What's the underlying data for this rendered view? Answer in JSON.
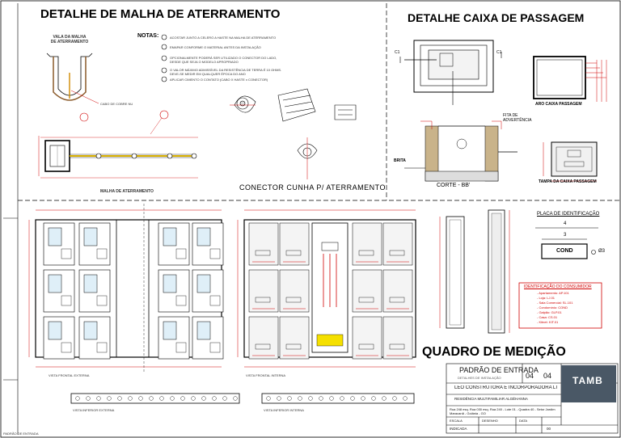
{
  "titles": {
    "malha": "DETALHE DE MALHA DE ATERRAMENTO",
    "caixa": "DETALHE CAIXA DE PASSAGEM",
    "quadro": "QUADRO DE MEDIÇÃO",
    "conector": "CONECTOR CUNHA P/ ATERRAMENTO"
  },
  "malha": {
    "vala_label": "VALA DA MALHA DE ATERRAMENTO",
    "cabo_label": "CABO DE COBRE NU",
    "malha_label": "MALHA DE ATERRAMENTO",
    "notas_label": "NOTAS:",
    "notes": [
      "ACOSTAR JUNTO A CELERO A HASTE NA MALHA DE ATERRAMENTO",
      "EMAPAR CONFORME O MATERIAL ANTES DA INSTALAÇÃO",
      "OPCIONALMENTE PODERÁ SER UTILIZADO O CONECTOR DO LADO, DESDE QUE SEJA O MODELO APROPRIADO",
      "O VALOR MÁXIMO ADMISSÍVEL DA RESISTÊNCIA DE TERRA É 10 OHMS. DEVE-SE MEDIR EM QUALQUER ÉPOCA DO ANO",
      "APLICAR CIMENTO O CONTATO (CABO X HASTE x CONECTOR)"
    ]
  },
  "caixa": {
    "aro_label": "ARO CAIXA PASSAGEM",
    "tampa_label": "TAMPA DA CAIXA PASSAGEM",
    "fita_label": "FITA DE ADVERTÊNCIA",
    "brita_label": "BRITA",
    "corte_label": "CORTE - BB'",
    "label_c1": "C1",
    "label_c2": "C1"
  },
  "quadro": {
    "vista_frontal_externa": "VISTA FRONTAL EXTERNA",
    "vista_frontal_interna": "VISTA FRONTAL INTERNA",
    "vista_inferior_externa": "VISTA INFERIOR EXTERNA",
    "vista_inferior_interna": "VISTA INFERIOR INTERNA",
    "placa_title": "PLACA DE IDENTIFICAÇÃO",
    "placa_dims": [
      "4",
      "3"
    ],
    "cond_label": "COND",
    "hole_label": "Ø3",
    "ident_title": "IDENTIFICAÇÃO DO CONSUMIDOR",
    "ident_lines": [
      "- Apartamento: AP.101",
      "- Loja: LJ.01",
      "- Sala Comercial: SL.101",
      "- Condomínio: COND",
      "- Galpão: GLP.01",
      "- Casa: CS.01",
      "- Kitnet: KIT.01"
    ]
  },
  "titleblock": {
    "padrao": "PADRÃO DE ENTRADA",
    "sheet": "04",
    "sheet_total": "04",
    "sub": "DETALHES DE INSTALAÇÃO",
    "company": "LÉO CONSTRUTORA E INCORPORADORA LTDA",
    "project": "RESIDÊNCIA MULTIFAMILIAR ALGÉHANNA",
    "address": "Rua 248 esq. Rua 030 esq. Rua 240 - Lote 01 - Quadra 40 - Setor Jardim Maracanã - Goiânia - GO",
    "logo": "TAMB",
    "date_label": "DATA",
    "scale_label": "ESCALA",
    "scale": "INDICADA",
    "drawn_label": "DESENHO",
    "revision": "00"
  },
  "corner_note": "PADRÃO DE ENTRADA"
}
